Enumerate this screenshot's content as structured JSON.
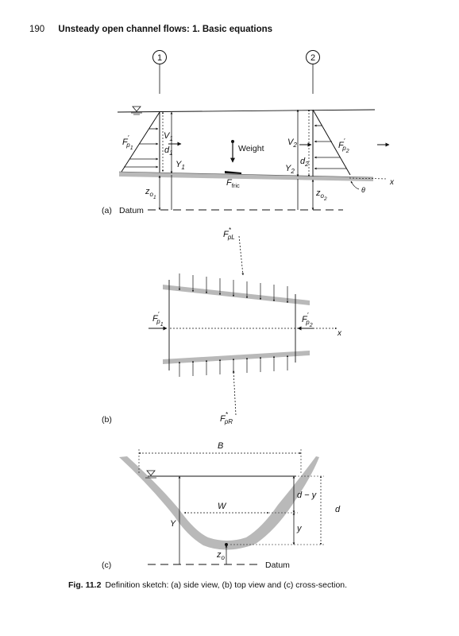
{
  "header": {
    "page_number": "190",
    "running_title": "Unsteady open channel flows: 1. Basic equations"
  },
  "panel_a": {
    "label": "(a)",
    "section_1": "1",
    "section_2": "2",
    "weight": "Weight",
    "datum": "Datum",
    "x_axis": "x",
    "theta": "θ",
    "F": "F",
    "p1_sub": "p",
    "p1_sub2": "1",
    "V": "V",
    "d": "d",
    "Y": "Y",
    "z": "z",
    "o": "o",
    "sub1": "1",
    "sub2": "2",
    "fric": "fric",
    "prime": "′"
  },
  "panel_b": {
    "label": "(b)",
    "x_axis": "x",
    "pL_sub": "pL",
    "pR_sub": "pR",
    "star": "*"
  },
  "panel_c": {
    "label": "(c)",
    "B": "B",
    "W": "W",
    "Y": "Y",
    "d": "d",
    "y": "y",
    "d_minus_y": "d − y",
    "datum": "Datum"
  },
  "caption": {
    "label": "Fig. 11.2",
    "text": "Definition sketch: (a) side view, (b) top view and (c) cross-section."
  }
}
